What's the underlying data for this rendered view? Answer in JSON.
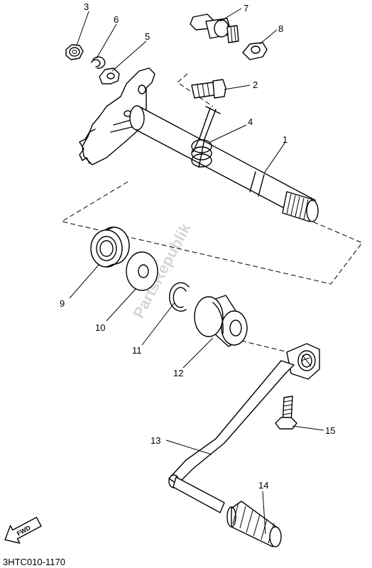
{
  "diagram": {
    "code": "3HTC010-1170",
    "fwd_badge": "FWD",
    "watermark": "PartsRepublik",
    "callouts": [
      {
        "id": "1",
        "part": "shift-shaft"
      },
      {
        "id": "2",
        "part": "bolt"
      },
      {
        "id": "3",
        "part": "nut"
      },
      {
        "id": "4",
        "part": "torsion-spring"
      },
      {
        "id": "5",
        "part": "lever-plate"
      },
      {
        "id": "6",
        "part": "circlip"
      },
      {
        "id": "7",
        "part": "stopper-bolt"
      },
      {
        "id": "8",
        "part": "washer-plate"
      },
      {
        "id": "9",
        "part": "oil-seal"
      },
      {
        "id": "10",
        "part": "washer"
      },
      {
        "id": "11",
        "part": "circlip"
      },
      {
        "id": "12",
        "part": "rubber-boot"
      },
      {
        "id": "13",
        "part": "shift-pedal"
      },
      {
        "id": "14",
        "part": "pedal-rubber"
      },
      {
        "id": "15",
        "part": "bolt"
      }
    ]
  }
}
